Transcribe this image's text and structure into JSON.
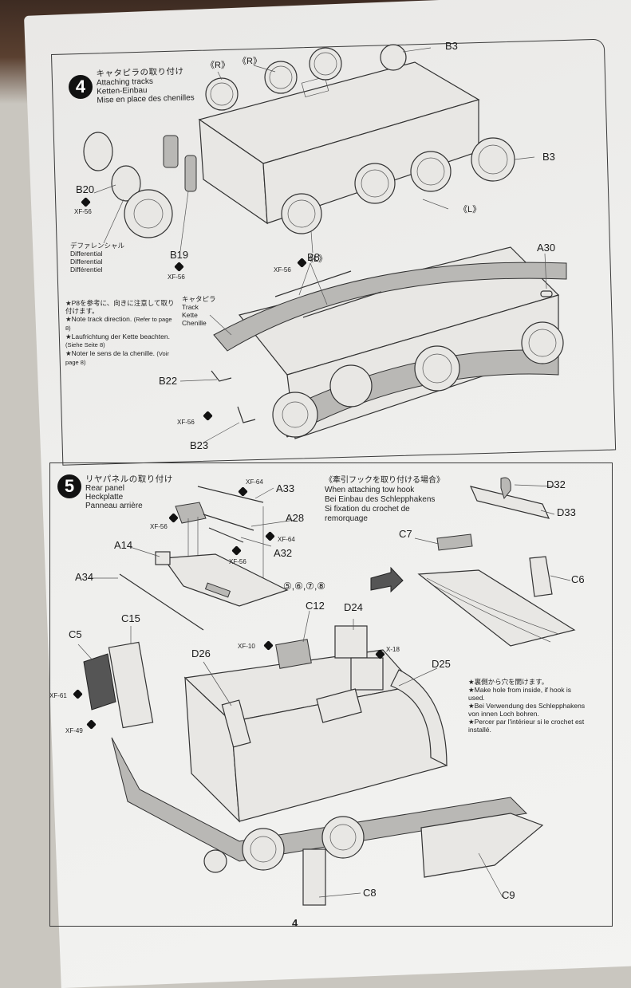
{
  "page_number": "4",
  "step4": {
    "number": "4",
    "title_jp": "キャタピラの取り付け",
    "title_en": "Attaching tracks",
    "title_de": "Ketten-Einbau",
    "title_fr": "Mise en place des chenilles",
    "differential": {
      "jp": "デファレンシャル",
      "en": "Differential",
      "de": "Differential",
      "fr": "Différentiel"
    },
    "track": {
      "jp": "キャタピラ",
      "en": "Track",
      "de": "Kette",
      "fr": "Chenille"
    },
    "note": {
      "jp": "★P8を参考に、向きに注意して取り付けます。",
      "en": "★Note track direction.",
      "en_ref": "(Refer to page 8)",
      "de": "★Laufrichtung der Kette beachten.",
      "de_ref": "(Siehe Seite 8)",
      "fr": "★Noter le sens de la chenille.",
      "fr_ref": "(Voir page 8)"
    },
    "parts": {
      "r1": "《R》",
      "r2": "《R》",
      "b3_top": "B3",
      "b3_right": "B3",
      "l1": "《L》",
      "l2": "《L》",
      "b20": "B20",
      "b19": "B19",
      "b8": "B8",
      "a30": "A30",
      "b22": "B22",
      "b23": "B23"
    },
    "paints": {
      "b20": "XF-56",
      "b19": "XF-56",
      "b8": "XF-56",
      "b22": "XF-56"
    }
  },
  "step5": {
    "number": "5",
    "title_jp": "リヤパネルの取り付け",
    "title_en": "Rear panel",
    "title_de": "Heckplatte",
    "title_fr": "Panneau arrière",
    "tow_hook": {
      "jp": "《牽引フックを取り付ける場合》",
      "en": "When attaching tow hook",
      "de": "Bei Einbau des Schlepphakens",
      "fr1": "Si fixation du crochet de",
      "fr2": "remorquage"
    },
    "hole_note": {
      "jp": "★裏側から穴を開けます。",
      "en": "★Make hole from inside, if hook is used.",
      "de": "★Bei Verwendung des Schlepphakens von innen Loch bohren.",
      "fr": "★Percer par l'intérieur si le crochet est installé."
    },
    "steps_ref": "⑤,⑥,⑦,⑧",
    "parts": {
      "a33": "A33",
      "a28": "A28",
      "a32": "A32",
      "a14": "A14",
      "a34": "A34",
      "c15": "C15",
      "c5": "C5",
      "c12": "C12",
      "d24": "D24",
      "d26": "D26",
      "d25": "D25",
      "c7": "C7",
      "d32": "D32",
      "d33": "D33",
      "c6": "C6",
      "c8": "C8",
      "c9": "C9"
    },
    "paints": {
      "a33": "XF-64",
      "shovel": "XF-56",
      "a28": "XF-64",
      "a32": "XF-56",
      "c12": "XF-10",
      "d24": "X-18",
      "c5_top": "XF-61",
      "c5_bottom": "XF-49"
    }
  }
}
